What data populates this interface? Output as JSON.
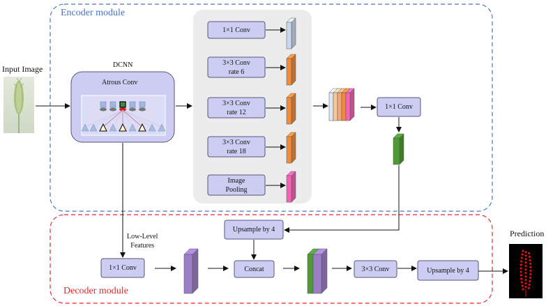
{
  "modules": {
    "encoder_label": "Encoder module",
    "decoder_label": "Decoder module",
    "encoder_color": "#4a72c4",
    "decoder_color": "#e0282e"
  },
  "input": {
    "label": "Input Image"
  },
  "dcnn": {
    "title": "DCNN",
    "inner_label": "Atrous Conv"
  },
  "aspp": {
    "branches": [
      {
        "line1": "1×1 Conv",
        "line2": "",
        "bar_color": "#c9d7ee"
      },
      {
        "line1": "3×3 Conv",
        "line2": "rate 6",
        "bar_color": "#f08b3b"
      },
      {
        "line1": "3×3 Conv",
        "line2": "rate 12",
        "bar_color": "#f08b3b"
      },
      {
        "line1": "3×3 Conv",
        "line2": "rate 18",
        "bar_color": "#f08b3b"
      },
      {
        "line1": "Image",
        "line2": "Pooling",
        "bar_color": "#f563b4"
      }
    ]
  },
  "encoder_out": {
    "conv_label": "1×1 Conv",
    "feature_color": "#4f9a36"
  },
  "stack_colors": [
    "#dde6f5",
    "#f5c8a0",
    "#f0a878",
    "#f08b3b",
    "#f563b4"
  ],
  "decoder": {
    "low_level_line1": "Low-Level",
    "low_level_line2": "Features",
    "upsample_top": "Upsample by 4",
    "conv1x1": "1×1 Conv",
    "concat": "Concat",
    "conv3x3": "3×3 Conv",
    "upsample_out": "Upsample by 4",
    "feature_color": "#9b7fc6"
  },
  "output": {
    "label": "Prediction"
  }
}
